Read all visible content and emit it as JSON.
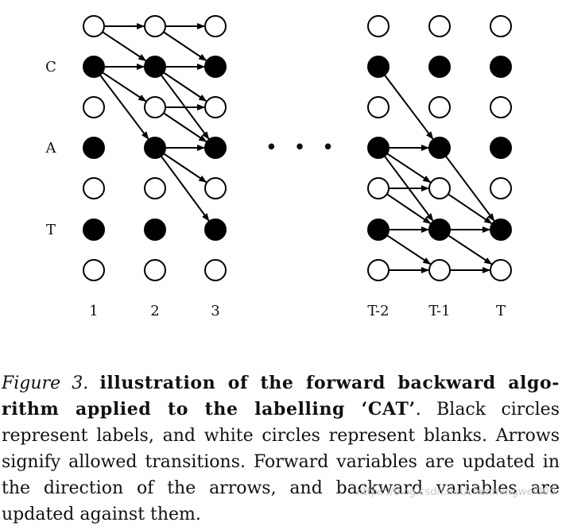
{
  "diagram": {
    "row_labels": [
      "C",
      "A",
      "T"
    ],
    "column_labels": [
      "1",
      "2",
      "3",
      "T-2",
      "T-1",
      "T"
    ],
    "label_rows": [
      1,
      3,
      5
    ],
    "ellipsis": "• • •",
    "node_rows": 7,
    "labelling": "CAT",
    "columns": [
      {
        "label": "1",
        "nodes": [
          "blank",
          "label",
          "blank",
          "label",
          "blank",
          "label",
          "blank"
        ]
      },
      {
        "label": "2",
        "nodes": [
          "blank",
          "label",
          "blank",
          "label",
          "blank",
          "label",
          "blank"
        ]
      },
      {
        "label": "3",
        "nodes": [
          "blank",
          "label",
          "blank",
          "label",
          "blank",
          "label",
          "blank"
        ]
      },
      {
        "label": "T-2",
        "nodes": [
          "blank",
          "label",
          "blank",
          "label",
          "blank",
          "label",
          "blank"
        ]
      },
      {
        "label": "T-1",
        "nodes": [
          "blank",
          "label",
          "blank",
          "label",
          "blank",
          "label",
          "blank"
        ]
      },
      {
        "label": "T",
        "nodes": [
          "blank",
          "label",
          "blank",
          "label",
          "blank",
          "label",
          "blank"
        ]
      }
    ],
    "transitions": [
      {
        "from": [
          0,
          0
        ],
        "to": [
          1,
          0
        ]
      },
      {
        "from": [
          0,
          0
        ],
        "to": [
          1,
          1
        ]
      },
      {
        "from": [
          0,
          1
        ],
        "to": [
          1,
          1
        ]
      },
      {
        "from": [
          0,
          1
        ],
        "to": [
          1,
          2
        ]
      },
      {
        "from": [
          0,
          1
        ],
        "to": [
          1,
          3
        ]
      },
      {
        "from": [
          1,
          0
        ],
        "to": [
          2,
          0
        ]
      },
      {
        "from": [
          1,
          0
        ],
        "to": [
          2,
          1
        ]
      },
      {
        "from": [
          1,
          1
        ],
        "to": [
          2,
          1
        ]
      },
      {
        "from": [
          1,
          1
        ],
        "to": [
          2,
          2
        ]
      },
      {
        "from": [
          1,
          1
        ],
        "to": [
          2,
          3
        ]
      },
      {
        "from": [
          1,
          2
        ],
        "to": [
          2,
          2
        ]
      },
      {
        "from": [
          1,
          2
        ],
        "to": [
          2,
          3
        ]
      },
      {
        "from": [
          1,
          3
        ],
        "to": [
          2,
          3
        ]
      },
      {
        "from": [
          1,
          3
        ],
        "to": [
          2,
          4
        ]
      },
      {
        "from": [
          1,
          3
        ],
        "to": [
          2,
          5
        ]
      },
      {
        "from": [
          3,
          1
        ],
        "to": [
          4,
          3
        ]
      },
      {
        "from": [
          3,
          3
        ],
        "to": [
          4,
          3
        ]
      },
      {
        "from": [
          3,
          3
        ],
        "to": [
          4,
          4
        ]
      },
      {
        "from": [
          3,
          3
        ],
        "to": [
          4,
          5
        ]
      },
      {
        "from": [
          3,
          4
        ],
        "to": [
          4,
          4
        ]
      },
      {
        "from": [
          3,
          4
        ],
        "to": [
          4,
          5
        ]
      },
      {
        "from": [
          3,
          5
        ],
        "to": [
          4,
          5
        ]
      },
      {
        "from": [
          3,
          5
        ],
        "to": [
          4,
          6
        ]
      },
      {
        "from": [
          3,
          6
        ],
        "to": [
          4,
          6
        ]
      },
      {
        "from": [
          4,
          3
        ],
        "to": [
          5,
          5
        ]
      },
      {
        "from": [
          4,
          4
        ],
        "to": [
          5,
          5
        ]
      },
      {
        "from": [
          4,
          5
        ],
        "to": [
          5,
          5
        ]
      },
      {
        "from": [
          4,
          5
        ],
        "to": [
          5,
          6
        ]
      },
      {
        "from": [
          4,
          6
        ],
        "to": [
          5,
          6
        ]
      }
    ]
  },
  "caption": {
    "figure_label": "Figure 3.",
    "bold_title": "illustration of the forward backward algo-rithm applied to the labelling ‘CAT’",
    "title_end": ".",
    "body": "Black circles represent labels, and white circles represent blanks. Arrows signify allowed transitions. Forward variables are updated in the direction of the arrows, and backward variables are updated against them."
  },
  "watermark": "https://blog.csdn.net/chenmingwei000"
}
